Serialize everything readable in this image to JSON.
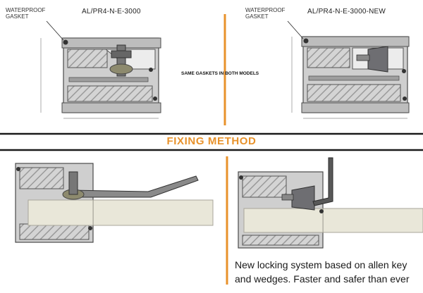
{
  "top_left": {
    "gasket_label": "WATERPROOF\nGASKET",
    "model": "AL/PR4-N-E-3000"
  },
  "top_right": {
    "gasket_label": "WATERPROOF\nGASKET",
    "model": "AL/PR4-N-E-3000-NEW"
  },
  "same_gaskets": "SAME GASKETS IN BOTH MODELS",
  "fixing_method": "FIXING METHOD",
  "caption": "New locking system based on allen key and wedges. Faster and safer than ever",
  "colors": {
    "accent": "#e8922b",
    "divider": "#1a1a1a",
    "profile_fill": "#cfcfcf",
    "profile_stroke": "#4a4a4a",
    "panel_fill": "#e9e7d9",
    "wedge": "#6e6e72",
    "screw": "#8d8a6e",
    "key": "#585858"
  }
}
